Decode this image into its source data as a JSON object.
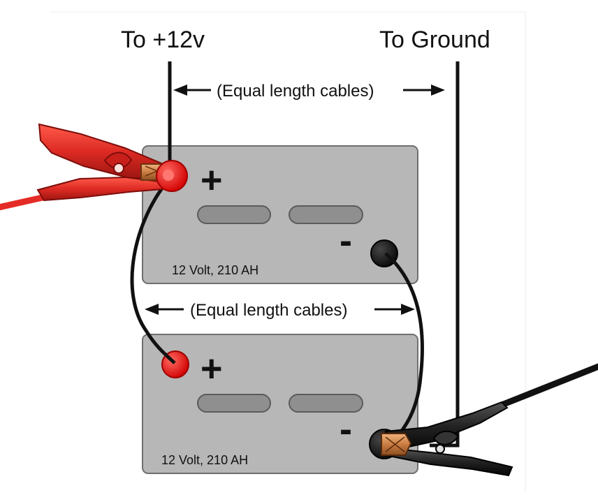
{
  "labels": {
    "positive_feed": "To +12v",
    "ground_feed": "To Ground",
    "top_equal_note": "(Equal length cables)",
    "middle_equal_note": "(Equal length cables)"
  },
  "batteries": [
    {
      "rating": "12 Volt, 210 AH",
      "positive_sign": "+",
      "negative_sign": "-"
    },
    {
      "rating": "12 Volt, 210 AH",
      "positive_sign": "+",
      "negative_sign": "-"
    }
  ],
  "colors": {
    "battery_fill": "#b7b7b7",
    "battery_stroke": "#6f6f6f",
    "cell_fill": "#8f8f8f",
    "positive_terminal": "#ee1111",
    "negative_terminal": "#1a1a1a",
    "positive_clamp": "#d82a25",
    "negative_clamp": "#1d1d1d",
    "cable": "#111111",
    "panel_border": "#eeeeee"
  },
  "icons": {
    "positive_clamp": "red-alligator-clip-icon",
    "negative_clamp": "black-alligator-clip-icon",
    "arrow": "double-headed-arrow-icon"
  }
}
